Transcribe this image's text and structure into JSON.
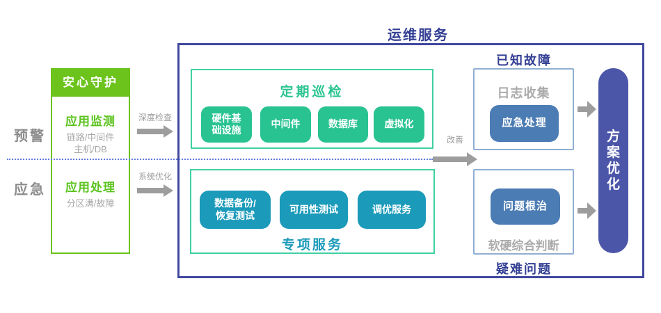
{
  "diagram": {
    "title": "运维服务",
    "left": {
      "row_labels": [
        "预警",
        "应急"
      ],
      "guard": {
        "header": "安心守护",
        "monitor_title": "应用监测",
        "monitor_sub1": "链路/中间件",
        "monitor_sub2": "主机/DB",
        "handle_title": "应用处理",
        "handle_sub": "分区满/故障"
      },
      "arrow_labels": [
        "深度检查",
        "系统优化"
      ]
    },
    "inspection": {
      "title": "定期巡检",
      "buttons": [
        "硬件基础设施",
        "中间件",
        "数据库",
        "虚拟化"
      ],
      "button1_lines": [
        "硬件基",
        "础设施"
      ]
    },
    "special": {
      "title": "专项服务",
      "buttons": [
        "数据备份/恢复测试",
        "可用性测试",
        "调优服务"
      ],
      "button1_lines": [
        "数据备份/",
        "恢复测试"
      ]
    },
    "improve_arrow_label": "改善",
    "known_faults": {
      "title": "已知故障",
      "text": "日志收集",
      "button": "应急处理"
    },
    "difficult": {
      "title": "疑难问题",
      "button": "问题根治",
      "text": "软硬综合判断"
    },
    "pill_label": "方案优化",
    "colors": {
      "bright_green": "#6cc31b",
      "emerald": "#29c391",
      "cyan_teal": "#1b9aba",
      "steel_blue": "#4b7cb3",
      "navy": "#333f94",
      "pill_indigo": "#4c56a9",
      "gray_text": "#ababab",
      "arrow_gray": "#9d9d9d",
      "dotted_line_blue": "#5f7bd9"
    }
  }
}
